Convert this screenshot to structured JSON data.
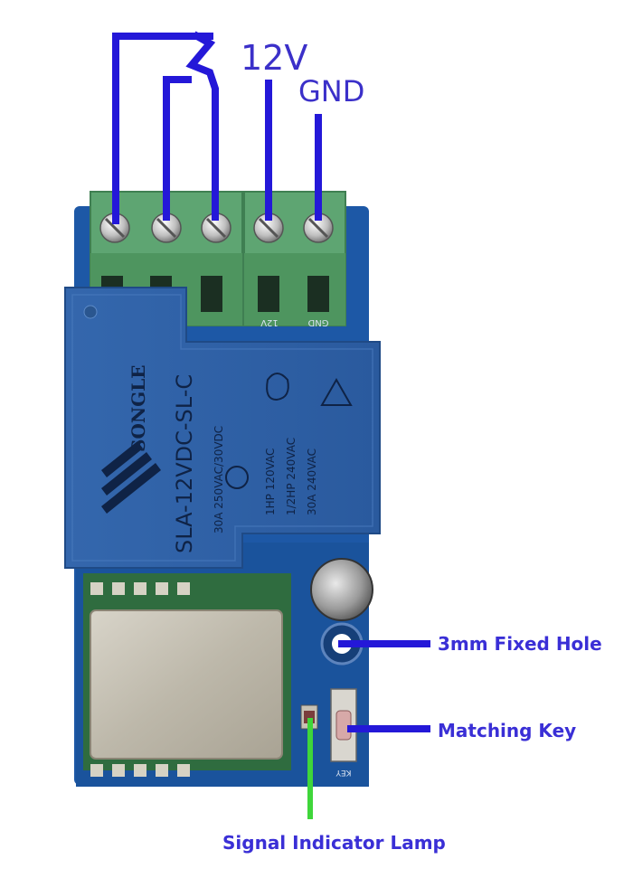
{
  "image": {
    "subject": "relay-module-board",
    "colors": {
      "pcb": "#1f5aa8",
      "relay": "#2c5fa6",
      "terminal": "#5fa572",
      "module_shield": "#c8c3b6",
      "annotation_blue": "#2418d8",
      "annotation_green": "#3fd63a"
    },
    "top_labels": {
      "v12": "12V",
      "gnd": "GND"
    },
    "relay_print": {
      "brand": "SONGLE",
      "model": "SLA-12VDC-SL-C",
      "rating_1": "30A 250VAC/30VDC",
      "rating_2": "1HP 120VAC",
      "rating_3": "1/2HP 240VAC",
      "rating_4": "30A 240VAC"
    },
    "pcb_silk": {
      "v12": "12V",
      "gnd": "GND",
      "key": "KEY"
    },
    "callouts": {
      "fixed_hole": "3mm Fixed Hole",
      "matching_key": "Matching Key",
      "signal_lamp": "Signal Indicator Lamp"
    }
  }
}
